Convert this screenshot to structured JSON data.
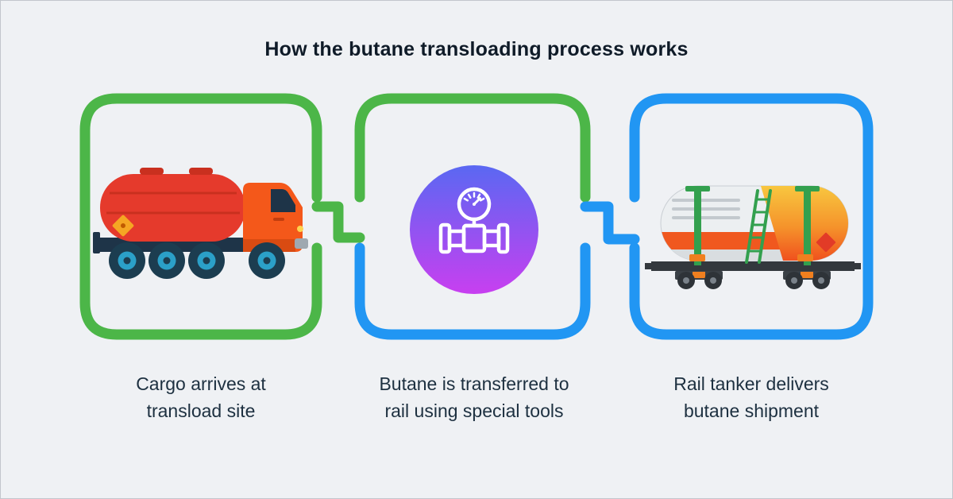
{
  "title": "How the butane transloading process works",
  "steps": [
    {
      "illustration": "tanker-truck",
      "label_line1": "Cargo arrives at",
      "label_line2": "transload site",
      "border_color": "#4CB648"
    },
    {
      "illustration": "valve-gauge-icon",
      "label_line1": "Butane is transferred to",
      "label_line2": "rail using special tools",
      "border_color_top": "#4CB648",
      "border_color_bottom": "#2196F3"
    },
    {
      "illustration": "rail-tanker",
      "label_line1": "Rail tanker delivers",
      "label_line2": "butane shipment",
      "border_color": "#2196F3"
    }
  ],
  "colors": {
    "background": "#EFF1F4",
    "accent_green": "#4CB648",
    "accent_blue": "#2196F3",
    "icon_gradient_top": "#5A68F2",
    "icon_gradient_bottom": "#C83FF0",
    "truck_red": "#E53A2C",
    "cab_orange": "#F4581A",
    "label_text": "#1D3040",
    "title_text": "#0F1B28"
  }
}
